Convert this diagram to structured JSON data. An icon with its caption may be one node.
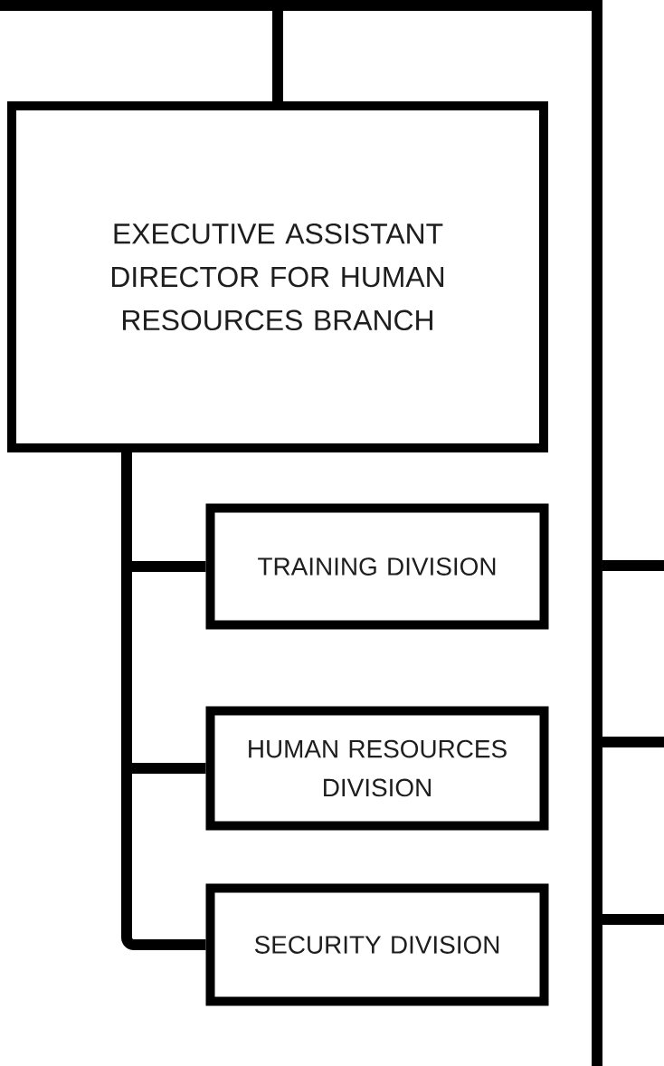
{
  "diagram": {
    "nodes": [
      {
        "text": [
          "EXECUTIVE ASSISTANT DIRECTOR FOR HUMAN RESOURCES BRANCH"
        ]
      },
      {
        "text": [
          "TRAINING DIVISION"
        ]
      },
      {
        "text": [
          "HUMAN RESOURCES DIVISION"
        ]
      },
      {
        "text": [
          "SECURITY DIVISION"
        ]
      }
    ],
    "edges": [
      {
        "from": null,
        "to": 0,
        "arrow": "none"
      },
      {
        "from": 0,
        "to": 1,
        "arrow": "none"
      },
      {
        "from": 0,
        "to": 2,
        "arrow": "none"
      },
      {
        "from": 0,
        "to": 3,
        "arrow": "none"
      }
    ]
  }
}
